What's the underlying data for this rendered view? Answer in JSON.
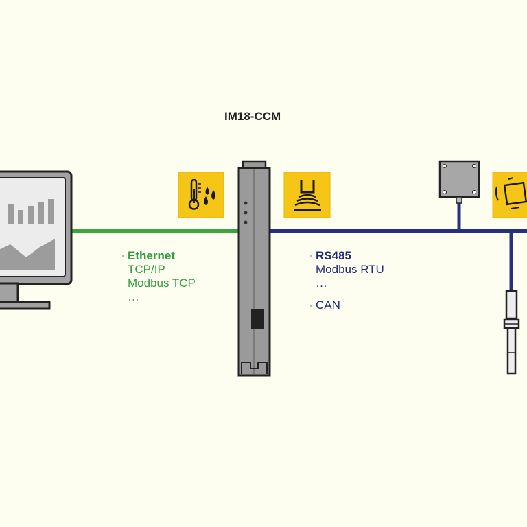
{
  "device": {
    "title": "IM18-CCM"
  },
  "ethernet": {
    "heading": "Ethernet",
    "items": [
      "TCP/IP",
      "Modbus TCP",
      "…"
    ]
  },
  "fieldbus": {
    "rs485_heading": "RS485",
    "rs485_items": [
      "Modbus RTU",
      "…"
    ],
    "can_heading": "CAN"
  },
  "colors": {
    "ethernet_line": "#3aa63f",
    "fieldbus_line": "#25317e",
    "icon_tile": "#f5c518",
    "background": "#fdfdf0"
  },
  "icons": [
    "monitor-dashboard-icon",
    "temperature-humidity-icon",
    "tank-level-sensor-icon",
    "sensor-box-icon",
    "vibration-sensor-icon",
    "cylindrical-probe-icon"
  ]
}
